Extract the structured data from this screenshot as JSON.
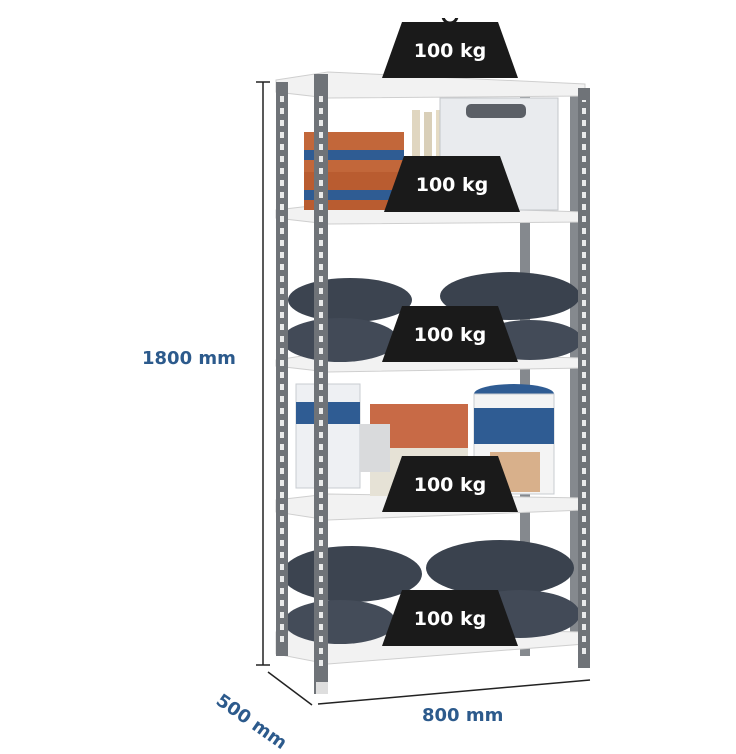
{
  "dimensions": {
    "height_label": "1800 mm",
    "depth_label": "500 mm",
    "width_label": "800 mm"
  },
  "weights": [
    {
      "label": "100 kg"
    },
    {
      "label": "100 kg"
    },
    {
      "label": "100 kg"
    },
    {
      "label": "100 kg"
    },
    {
      "label": "100 kg"
    }
  ],
  "colors": {
    "dimension_text": "#2c5a8c",
    "upright": "#6f7378",
    "shelf": "#f2f2f2",
    "weight": "#1a1a1a",
    "bag": "#3c4450"
  }
}
